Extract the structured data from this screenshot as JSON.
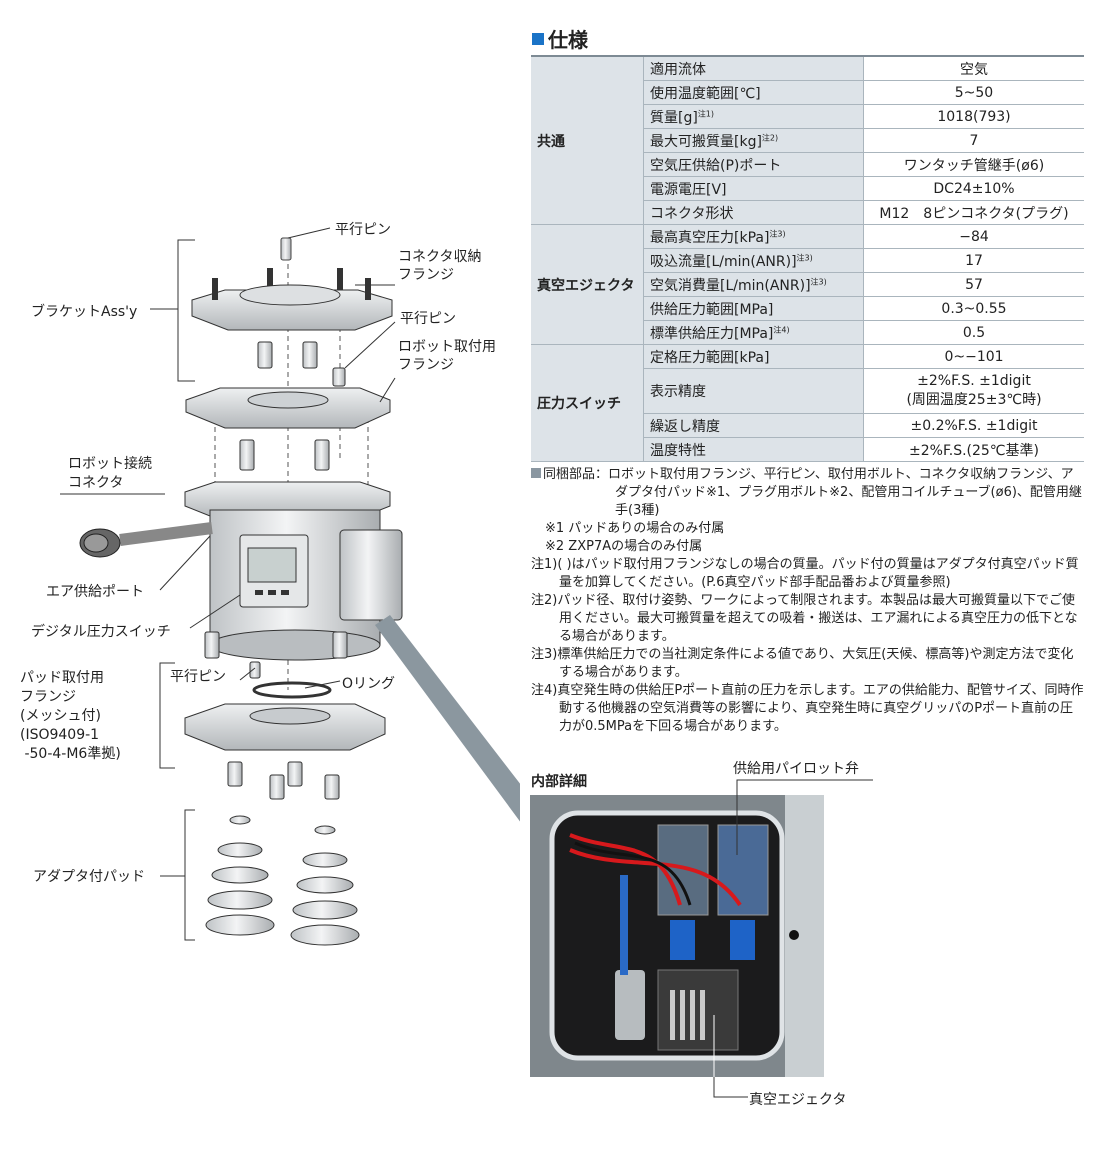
{
  "spec": {
    "heading": "仕様",
    "groups": [
      {
        "name": "共通",
        "rows": [
          {
            "item": "適用流体",
            "value": "空気"
          },
          {
            "item": "使用温度範囲[℃]",
            "value": "5~50"
          },
          {
            "item": "質量[g]",
            "note": "注1)",
            "value": "1018(793)"
          },
          {
            "item": "最大可搬質量[kg]",
            "note": "注2)",
            "value": "7"
          },
          {
            "item": "空気圧供給(P)ポート",
            "value": "ワンタッチ管継手(ø6)"
          },
          {
            "item": "電源電圧[V]",
            "value": "DC24±10%"
          },
          {
            "item": "コネクタ形状",
            "value": "M12　8ピンコネクタ(プラグ)"
          }
        ]
      },
      {
        "name": "真空エジェクタ",
        "rows": [
          {
            "item": "最高真空圧力[kPa]",
            "note": "注3)",
            "value": "−84"
          },
          {
            "item": "吸込流量[L/min(ANR)]",
            "note": "注3)",
            "value": "17"
          },
          {
            "item": "空気消費量[L/min(ANR)]",
            "note": "注3)",
            "value": "57"
          },
          {
            "item": "供給圧力範囲[MPa]",
            "value": "0.3~0.55"
          },
          {
            "item": "標準供給圧力[MPa]",
            "note": "注4)",
            "value": "0.5"
          }
        ]
      },
      {
        "name": "圧力スイッチ",
        "rows": [
          {
            "item": "定格圧力範囲[kPa]",
            "value": "0~−101"
          },
          {
            "item": "表示精度",
            "value": "±2%F.S. ±1digit",
            "value2": "(周囲温度25±3℃時)"
          },
          {
            "item": "繰返し精度",
            "value": "±0.2%F.S. ±1digit"
          },
          {
            "item": "温度特性",
            "value": "±2%F.S.(25℃基準)"
          }
        ]
      }
    ]
  },
  "accessories": {
    "label": "同梱部品：",
    "text": "ロボット取付用フランジ、平行ピン、取付用ボルト、コネクタ収納フランジ、アダプタ付パッド※1、プラグ用ボルト※2、配管用コイルチューブ(ø6)、配管用継手(3種)"
  },
  "asterisk_notes": [
    "※1 パッドありの場合のみ付属",
    "※2 ZXP7Aの場合のみ付属"
  ],
  "footnotes": [
    "注1)( )はパッド取付用フランジなしの場合の質量。パッド付の質量はアダプタ付真空パッド質量を加算してください。(P.6真空パッド部手配品番および質量参照)",
    "注2)パッド径、取付け姿勢、ワークによって制限されます。本製品は最大可搬質量以下でご使用ください。最大可搬質量を超えての吸着・搬送は、エア漏れによる真空圧力の低下となる場合があります。",
    "注3)標準供給圧力での当社測定条件による値であり、大気圧(天候、標高等)や測定方法で変化する場合があります。",
    "注4)真空発生時の供給圧Pポート直前の圧力を示します。エアの供給能力、配管サイズ、同時作動する他機器の空気消費等の影響により、真空発生時に真空グリッパのPポート直前の圧力が0.5MPaを下回る場合があります。"
  ],
  "diagram_labels": {
    "pin1": "平行ピン",
    "connector_flange": "コネクタ収納\nフランジ",
    "bracket": "ブラケットAss'y",
    "pin2": "平行ピン",
    "robot_flange": "ロボット取付用\nフランジ",
    "robot_connector": "ロボット接続\nコネクタ",
    "air_port": "エア供給ポート",
    "pressure_switch": "デジタル圧力スイッチ",
    "pin3": "平行ピン",
    "oring": "Oリング",
    "pad_flange": "パッド取付用\nフランジ\n(メッシュ付)\n(ISO9409-1\n -50-4-M6準拠)",
    "adapter_pad": "アダプタ付パッド"
  },
  "internal": {
    "title": "内部詳細",
    "pilot_valve": "供給用パイロット弁",
    "ejector": "真空エジェクタ"
  },
  "colors": {
    "accent": "#1a73c7",
    "table_header_bg": "#dde3e8"
  }
}
